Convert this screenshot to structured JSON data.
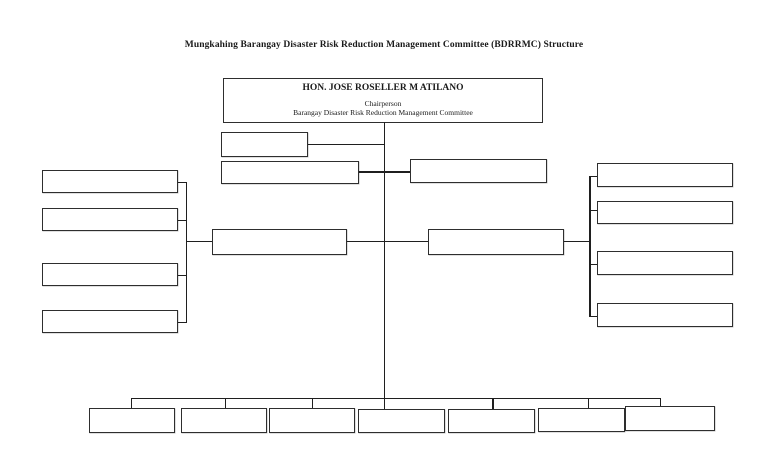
{
  "diagram": {
    "title": "Mungkahing Barangay Disaster Risk Reduction Management Committee (BDRRMC) Structure",
    "chairperson_box": {
      "name": "HON. JOSE ROSELLER M ATILANO",
      "role": "Chairperson",
      "organization": "Barangay Disaster Risk Reduction Management Committee"
    },
    "empty_box_count": 20,
    "colors": {
      "background": "#ffffff",
      "line": "#1f1f1f",
      "box_border": "#2e2e2e",
      "box_fill": "#ffffff",
      "text": "#1a1a1a"
    }
  }
}
